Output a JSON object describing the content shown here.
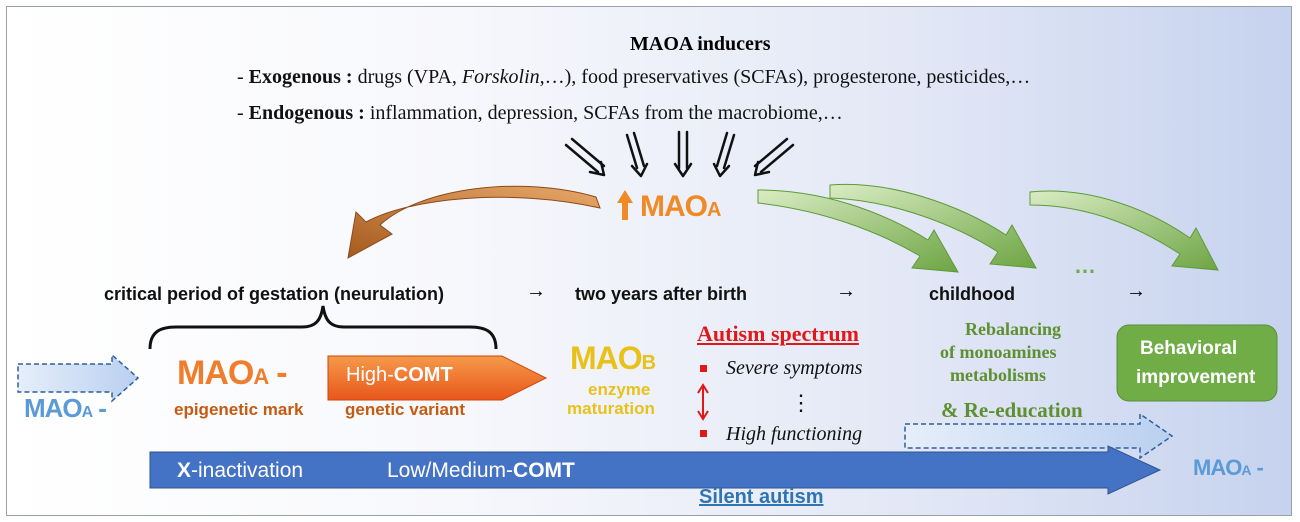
{
  "title": "MAOA inducers",
  "exogenous": {
    "dash": "- ",
    "label": "Exogenous :",
    "text_a": " drugs (VPA, ",
    "text_italic": "Forskolin",
    "text_b": ",…), food preservatives (SCFAs), progesterone, pesticides,…"
  },
  "endogenous": {
    "dash": "- ",
    "label": "Endogenous :",
    "text": "  inflammation,  depression,  SCFAs  from the macrobiome,…"
  },
  "center": {
    "maoa_main": "MAO",
    "maoa_sub": "A"
  },
  "green_ellipsis": "…",
  "stages": [
    "critical period of gestation (neurulation)",
    "two years after birth",
    "childhood"
  ],
  "stage_arrow": "→",
  "gestation": {
    "maoa_main": "MAO",
    "maoa_sub": "A",
    "maoa_minus": "-",
    "epigenetic": "epigenetic mark",
    "high_comt_a": "High-",
    "high_comt_b": "COMT",
    "genetic_variant": "genetic variant"
  },
  "two_years": {
    "maob_main": "MAO",
    "maob_sub": "B",
    "enzyme": "enzyme",
    "maturation": "maturation"
  },
  "autism": {
    "title": "Autism spectrum",
    "severe": "Severe symptoms",
    "ellipsis": "⋮",
    "high": "High functioning"
  },
  "childhood": {
    "rebalancing_1": "Rebalancing",
    "rebalancing_2": "of monoamines",
    "rebalancing_3": "metabolisms",
    "reeducation": "& Re-education"
  },
  "behavioral": {
    "line1": "Behavioral",
    "line2": "improvement"
  },
  "blue_maoa": {
    "main": "MAO",
    "sub": "A",
    "minus": "-"
  },
  "bottom": {
    "x_bold": "X",
    "x_rest": "-inactivation",
    "comt_a": "Low/Medium-",
    "comt_b": "COMT",
    "silent_autism": "Silent autism"
  },
  "colors": {
    "brown_arrow": "#a65a1e",
    "green_arrow": "#6ea544",
    "orange_maoa": "#f08a24",
    "autism_red": "#e01818",
    "maob_yellow": "#e8c21b",
    "blue_arrow": "#4472c4",
    "behavioral_green": "#70ad47"
  }
}
